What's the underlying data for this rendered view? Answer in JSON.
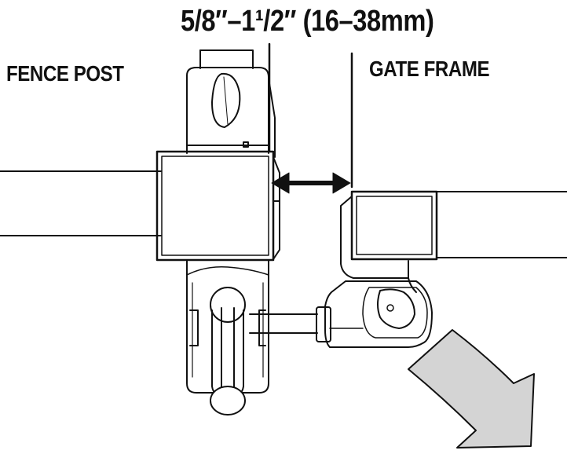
{
  "labels": {
    "gap_measurement": "5/8″–1¹/2″ (16–38mm)",
    "fence_post": "FENCE POST",
    "gate_frame": "GATE FRAME"
  },
  "colors": {
    "line": "#111111",
    "swing_arrow": "#d4d4d4",
    "background": "#ffffff"
  }
}
